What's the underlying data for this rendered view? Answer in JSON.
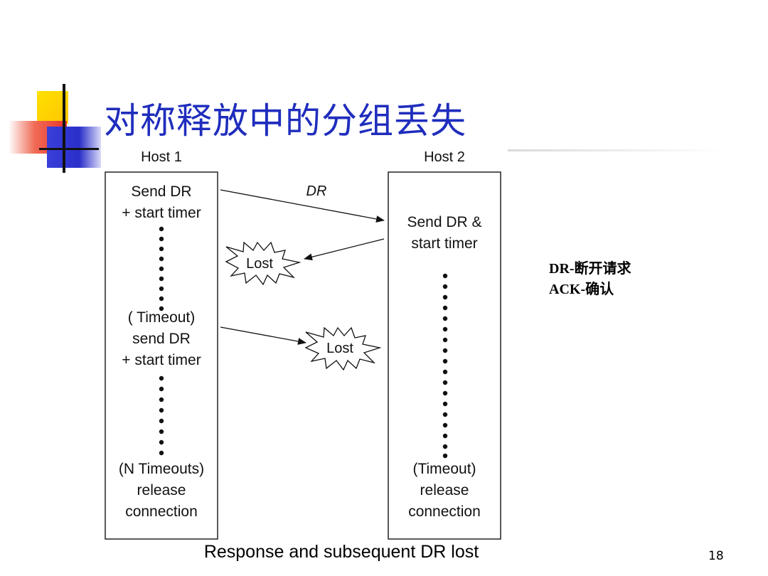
{
  "slide": {
    "title": "对称释放中的分组丢失",
    "caption": "Response and subsequent DR lost",
    "page_number": "18"
  },
  "legend": {
    "line1": "DR-断开请求",
    "line2": "ACK-确认"
  },
  "diagram": {
    "host1_label": "Host 1",
    "host2_label": "Host 2",
    "host1": {
      "send_dr": [
        "Send DR",
        "+ start timer"
      ],
      "timeout": [
        "( Timeout)",
        "send DR",
        "+ start timer"
      ],
      "n_timeouts": [
        "(N Timeouts)",
        "release",
        "connection"
      ]
    },
    "host2": {
      "send_dr": [
        "Send DR &",
        "start timer"
      ],
      "timeout": [
        "(Timeout)",
        "release",
        "connection"
      ]
    },
    "messages": {
      "dr_label": "DR",
      "lost1": "Lost",
      "lost2": "Lost"
    }
  },
  "colors": {
    "title": "#1f2dbd",
    "logo_yellow": "#ffd700",
    "logo_red": "#e8453c",
    "logo_blue": "#3b3fd9"
  }
}
